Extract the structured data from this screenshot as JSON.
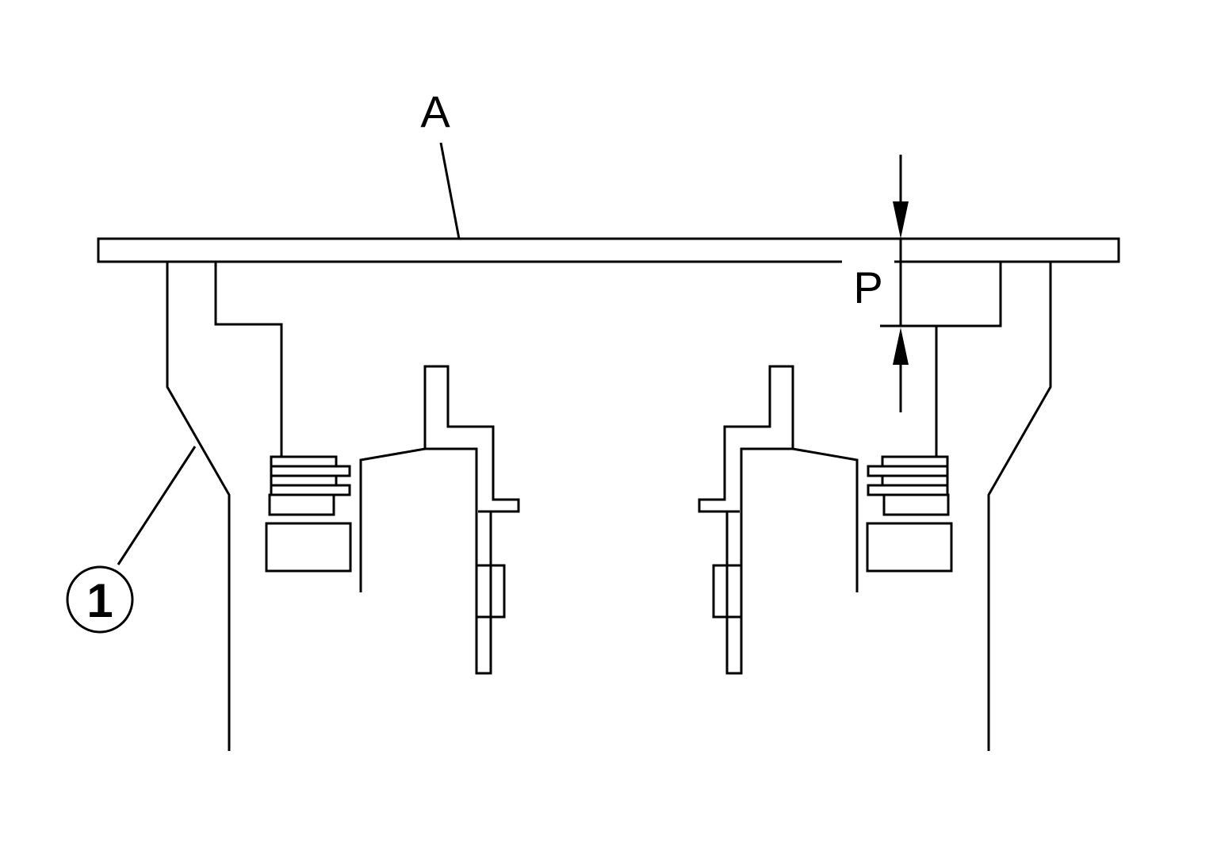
{
  "diagram": {
    "labels": {
      "part_a": "A",
      "dimension_p": "P",
      "callout_1": "1"
    },
    "line_color": "#000000",
    "background_color": "#ffffff"
  }
}
